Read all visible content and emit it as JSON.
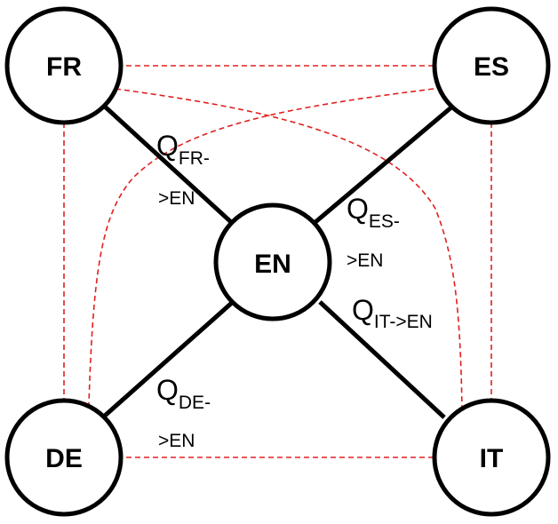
{
  "diagram": {
    "nodes": {
      "fr": "FR",
      "es": "ES",
      "en": "EN",
      "de": "DE",
      "it": "IT"
    },
    "edges": {
      "fr_en": {
        "q": "Q",
        "sub": "FR-",
        "cont": ">EN"
      },
      "es_en": {
        "q": "Q",
        "sub": "ES-",
        "cont": ">EN"
      },
      "it_en": {
        "q": "Q",
        "sub": "IT->EN"
      },
      "de_en": {
        "q": "Q",
        "sub": "DE-",
        "cont": ">EN"
      }
    },
    "colors": {
      "solid_edge": "#000000",
      "dashed_edge": "#e02020",
      "node_fill": "#ffffff",
      "node_stroke": "#000000"
    }
  }
}
